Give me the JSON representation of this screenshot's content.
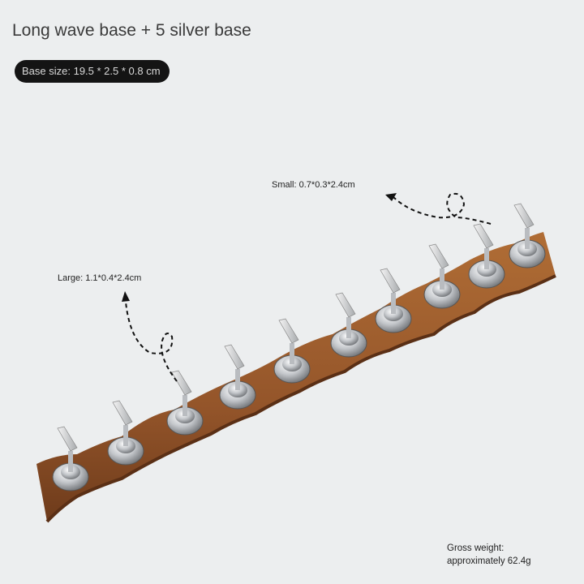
{
  "title": "Long wave base + 5 silver base",
  "base_size": "Base size: 19.5 * 2.5 * 0.8 cm",
  "annotations": {
    "small": "Small: 0.7*0.3*2.4cm",
    "large": "Large: 1.1*0.4*2.4cm"
  },
  "weight": {
    "line1": "Gross weight:",
    "line2": "approximately 62.4g"
  },
  "colors": {
    "wood": "#9a5a2a",
    "silver": "#c9ccd0",
    "background": "#eceeef"
  }
}
